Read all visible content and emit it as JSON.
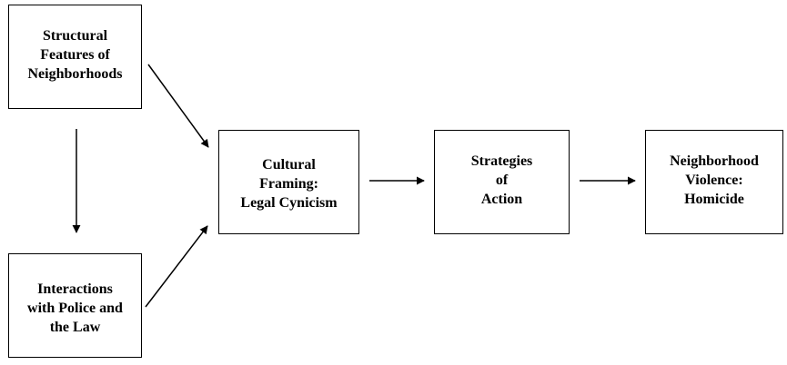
{
  "diagram": {
    "nodes": [
      {
        "id": "structural",
        "label": "Structural\nFeatures of\nNeighborhoods"
      },
      {
        "id": "interactions",
        "label": "Interactions\nwith Police and\nthe Law"
      },
      {
        "id": "cultural",
        "label": "Cultural\nFraming:\nLegal Cynicism"
      },
      {
        "id": "strategies",
        "label": "Strategies\nof\nAction"
      },
      {
        "id": "violence",
        "label": "Neighborhood\nViolence:\nHomicide"
      }
    ],
    "edges": [
      {
        "from": "structural",
        "to": "interactions"
      },
      {
        "from": "structural",
        "to": "cultural"
      },
      {
        "from": "interactions",
        "to": "cultural"
      },
      {
        "from": "cultural",
        "to": "strategies"
      },
      {
        "from": "strategies",
        "to": "violence"
      }
    ],
    "colors": {
      "stroke": "#000000",
      "background": "#ffffff",
      "text": "#000000"
    }
  }
}
